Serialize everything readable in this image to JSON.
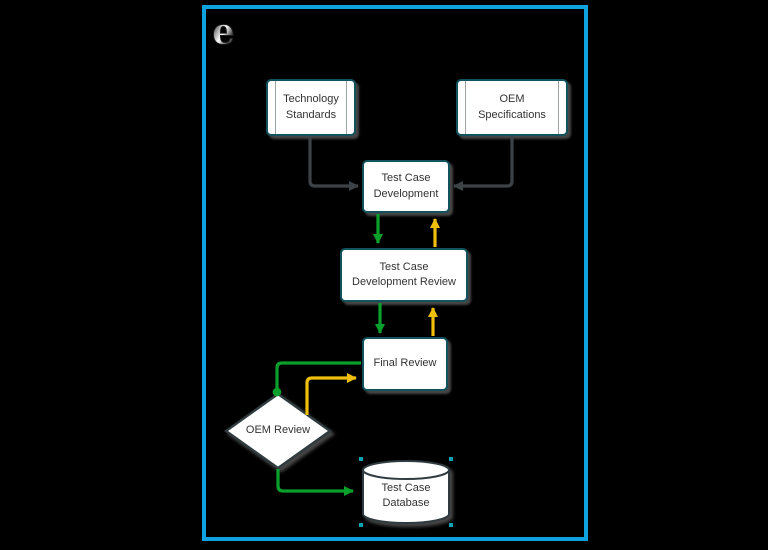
{
  "frame": {
    "border_color": "#0EA2DF",
    "background": "#000000"
  },
  "logo": {
    "glyph": "e"
  },
  "nodes": {
    "technology_standards": {
      "label": "Technology\nStandards",
      "shape": "predefined-process"
    },
    "oem_specifications": {
      "label": "OEM\nSpecifications",
      "shape": "predefined-process"
    },
    "test_case_development": {
      "label": "Test Case\nDevelopment",
      "shape": "rectangle"
    },
    "test_case_development_review": {
      "label": "Test Case\nDevelopment Review",
      "shape": "rectangle"
    },
    "final_review": {
      "label": "Final Review",
      "shape": "rectangle"
    },
    "oem_review": {
      "label": "OEM Review",
      "shape": "decision-diamond"
    },
    "test_case_database": {
      "label": "Test Case\nDatabase",
      "shape": "database-cylinder"
    }
  },
  "edges": [
    {
      "from": "technology_standards",
      "to": "test_case_development",
      "color": "#3C4347",
      "end": "arrow"
    },
    {
      "from": "oem_specifications",
      "to": "test_case_development",
      "color": "#3C4347",
      "end": "arrow"
    },
    {
      "from": "test_case_development",
      "to": "test_case_development_review",
      "color": "#0BA02B",
      "end": "arrow"
    },
    {
      "from": "test_case_development_review",
      "to": "test_case_development",
      "color": "#EFBF0A",
      "end": "arrow"
    },
    {
      "from": "test_case_development_review",
      "to": "final_review",
      "color": "#0BA02B",
      "end": "arrow"
    },
    {
      "from": "final_review",
      "to": "test_case_development_review",
      "color": "#EFBF0A",
      "end": "arrow"
    },
    {
      "from": "final_review",
      "to": "oem_review",
      "color": "#0BA02B",
      "end": "dot"
    },
    {
      "from": "oem_review",
      "to": "final_review",
      "color": "#EFBF0A",
      "end": "arrow"
    },
    {
      "from": "oem_review",
      "to": "test_case_database",
      "color": "#0BA02B",
      "end": "arrow"
    }
  ],
  "colors": {
    "node_fill": "#FFFFFF",
    "node_stroke": "#11525D",
    "text": "#333333",
    "neutral_edge": "#3C4347",
    "approve_edge": "#0BA02B",
    "revise_edge": "#EFBF0A"
  }
}
